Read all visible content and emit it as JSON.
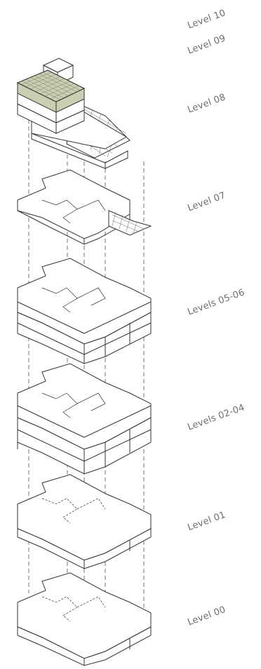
{
  "labels": {
    "level_10": "Level 10",
    "level_09": "Level 09",
    "level_08": "Level 08",
    "level_07": "Level 07",
    "levels_05_06": "Levels 05-06",
    "levels_02_04": "Levels 02-04",
    "level_01": "Level 01",
    "level_00": "Level 00"
  },
  "colors": {
    "line": "#3a3a3a",
    "green_roof": "#c9cfb2",
    "face_light": "#ffffff",
    "dash": "#555555"
  }
}
